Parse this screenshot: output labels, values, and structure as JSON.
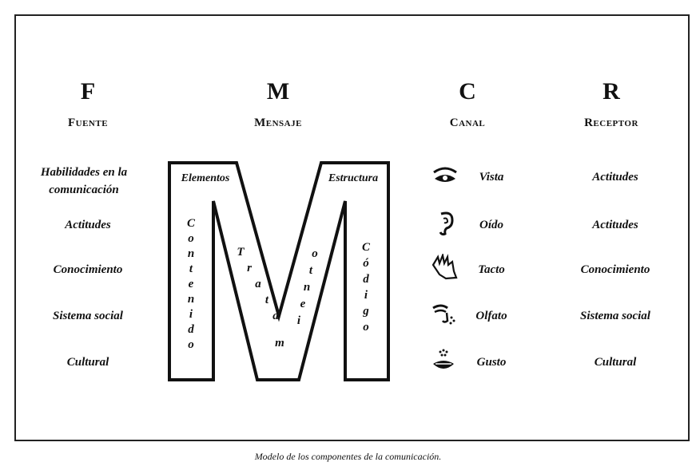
{
  "columns": [
    {
      "letter": "F",
      "title": "Fuente",
      "items": [
        "Habilidades en la comunicación",
        "Actitudes",
        "Conocimiento",
        "Sistema social",
        "Cultural"
      ]
    },
    {
      "letter": "M",
      "title": "Mensaje"
    },
    {
      "letter": "C",
      "title": "Canal",
      "items": [
        {
          "label": "Vista",
          "icon": "eye-icon"
        },
        {
          "label": "Oído",
          "icon": "ear-icon"
        },
        {
          "label": "Tacto",
          "icon": "hand-icon"
        },
        {
          "label": "Olfato",
          "icon": "nose-icon"
        },
        {
          "label": "Gusto",
          "icon": "mouth-icon"
        }
      ]
    },
    {
      "letter": "R",
      "title": "Receptor",
      "items": [
        "Actitudes",
        "Actitudes",
        "Conocimiento",
        "Sistema social",
        "Cultural"
      ]
    }
  ],
  "message": {
    "left_label": "Elementos",
    "right_label": "Estructura",
    "vertical_left": [
      "C",
      "o",
      "n",
      "t",
      "e",
      "n",
      "i",
      "d",
      "o"
    ],
    "diagonal_left": [
      "T",
      "r",
      "a",
      "t",
      "a"
    ],
    "bottom_letter": "m",
    "diagonal_right": [
      "o",
      "t",
      "n",
      "e",
      "i"
    ],
    "vertical_right": [
      "C",
      "ó",
      "d",
      "i",
      "g",
      "o"
    ]
  },
  "caption": "Modelo de los componentes de la comunicación."
}
